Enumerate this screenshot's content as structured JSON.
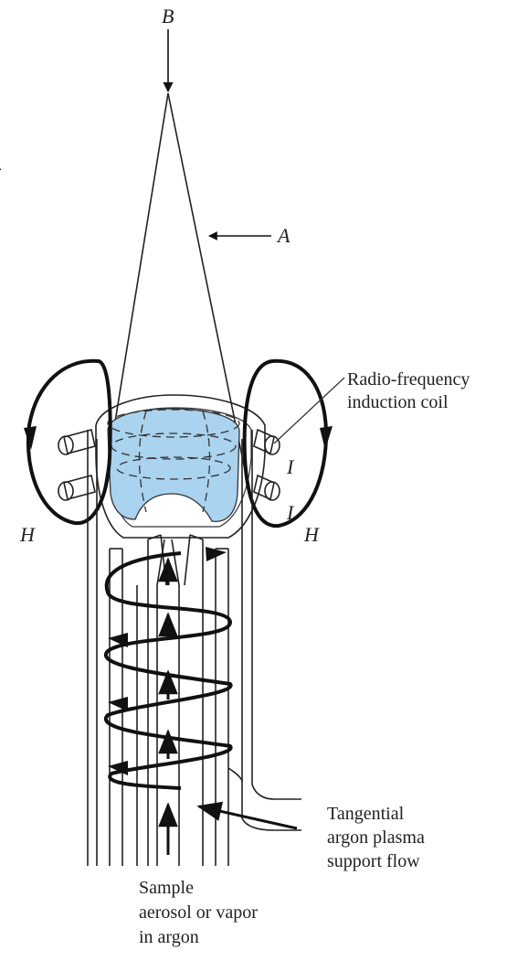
{
  "labels": {
    "B": "B",
    "A": "A",
    "H_left": "H",
    "H_right": "H",
    "I_upper": "I",
    "I_lower": "I",
    "rf_coil_line1": "Radio-frequency",
    "rf_coil_line2": "induction coil",
    "tangential_line1": "Tangential",
    "tangential_line2": "argon plasma",
    "tangential_line3": "support flow",
    "sample_line1": "Sample",
    "sample_line2": "aerosol or vapor",
    "sample_line3": "in argon",
    "edge_fragment": "n"
  },
  "colors": {
    "plasma_fill": "#a9d3ef",
    "edge_fragment": "#2a4fe0",
    "ink": "#222222"
  }
}
